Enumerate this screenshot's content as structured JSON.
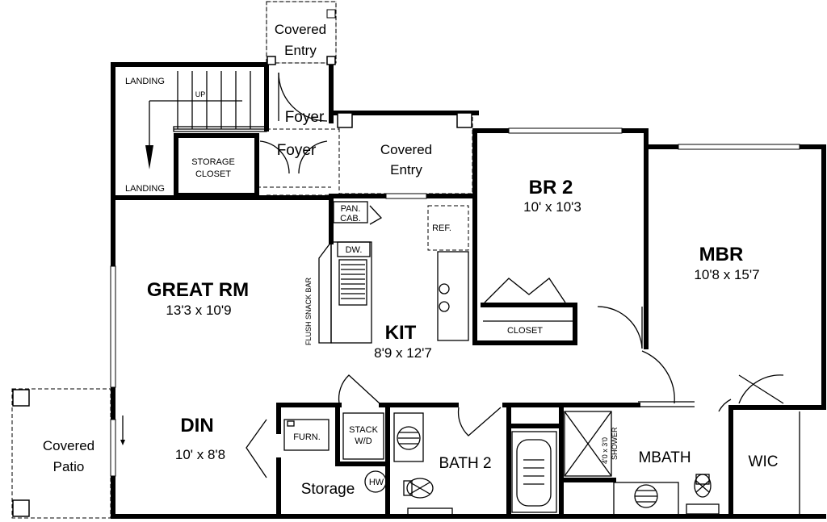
{
  "rooms": {
    "covered_entry_top": {
      "line1": "Covered",
      "line2": "Entry"
    },
    "foyer_upper": "Foyer",
    "foyer_lower": "Foyer",
    "covered_entry_mid": {
      "line1": "Covered",
      "line2": "Entry"
    },
    "landing_top": "LANDING",
    "landing_bottom": "LANDING",
    "stair_up": "UP",
    "storage_closet": {
      "line1": "STORAGE",
      "line2": "CLOSET"
    },
    "br2": {
      "name": "BR 2",
      "dims": "10' x 10'3"
    },
    "mbr": {
      "name": "MBR",
      "dims": "10'8 x 15'7"
    },
    "great_rm": {
      "name": "GREAT RM",
      "dims": "13'3 x 10'9"
    },
    "kit": {
      "name": "KIT",
      "dims": "8'9 x 12'7"
    },
    "din": {
      "name": "DIN",
      "dims": "10' x 8'8"
    },
    "covered_patio": {
      "line1": "Covered",
      "line2": "Patio"
    },
    "storage": "Storage",
    "bath2": "BATH 2",
    "mbath": "MBATH",
    "wic": "WIC",
    "closet": "CLOSET"
  },
  "fixtures": {
    "pan_cab": {
      "line1": "PAN.",
      "line2": "CAB."
    },
    "ref": "REF.",
    "dw": "DW.",
    "snack_bar": "FLUSH SNACK BAR",
    "furn": "FURN.",
    "stack_wd": {
      "line1": "STACK",
      "line2": "W/D"
    },
    "hw": "HW",
    "shower": {
      "line1": "4'0 x 3'0",
      "line2": "SHOWER"
    }
  }
}
